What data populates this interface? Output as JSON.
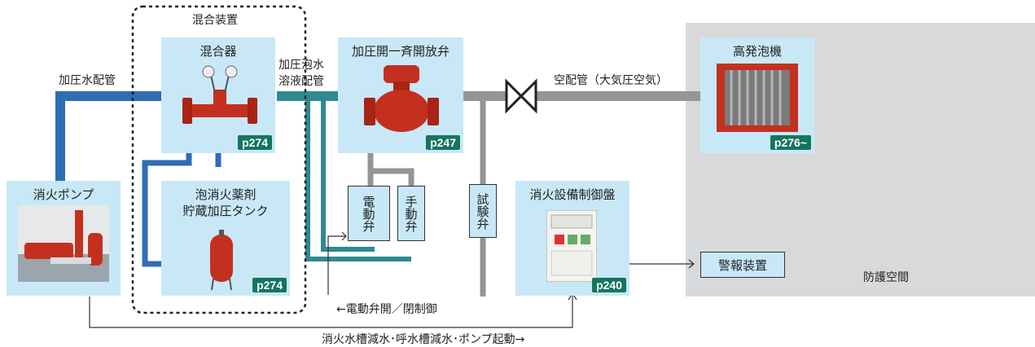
{
  "zone": {
    "label": "防護空間"
  },
  "mixing_device": {
    "label": "混合装置"
  },
  "pipes": {
    "pressurized_water": "加圧水配管",
    "foam_solution_line1": "加圧泡水",
    "foam_solution_line2": "溶液配管",
    "air_pipe": "空配管（大気圧空気）"
  },
  "components": {
    "mixer": {
      "title": "混合器",
      "page": "p274"
    },
    "tank": {
      "title_line1": "泡消火薬剤",
      "title_line2": "貯蔵加圧タンク",
      "page": "p274"
    },
    "valve": {
      "title": "加圧開一斉開放弁",
      "page": "p247"
    },
    "generator": {
      "title": "高発泡機",
      "page": "p276~"
    },
    "pump": {
      "title": "消火ポンプ"
    },
    "control_panel": {
      "title": "消火設備制御盤",
      "page": "p240"
    }
  },
  "valves": {
    "electric": "電動弁",
    "manual": "手動弁",
    "test": "試験弁"
  },
  "alarm": {
    "label": "警報装置"
  },
  "signals": {
    "valve_control": "←電動弁開／閉制御",
    "pump_signal": "消火水槽減水･呼水槽減水･ポンプ起動→"
  },
  "colors": {
    "water_pipe": "#2f6db5",
    "foam_pipe": "#2f8a8f",
    "air_pipe": "#959595",
    "component_bg": "#c8e8f8",
    "page_tag": "#16755f",
    "zone_bg": "#d8d9da"
  }
}
